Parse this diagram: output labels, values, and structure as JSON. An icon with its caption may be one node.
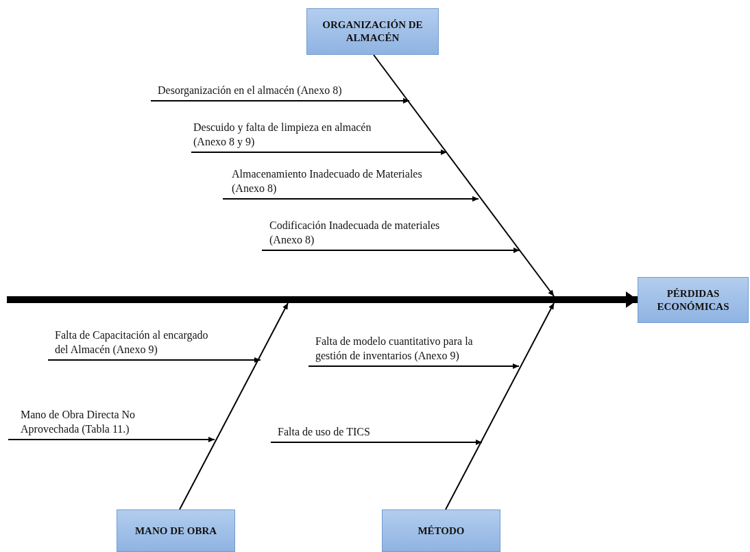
{
  "diagram": {
    "nodes": [
      {
        "text": [
          "ORGANIZACIÓN DE ALMACÉN"
        ]
      },
      {
        "text": [
          "Desorganización en el almacén (Anexo 8)"
        ]
      },
      {
        "text": [
          "Descuido y falta de limpieza en almacén (Anexo 8 y 9)"
        ]
      },
      {
        "text": [
          "Almacenamiento Inadecuado de Materiales (Anexo 8)"
        ]
      },
      {
        "text": [
          "Codificación Inadecuada de materiales (Anexo 8)"
        ]
      },
      {
        "text": [
          "PÉRDIDAS ECONÓMICAS"
        ]
      },
      {
        "text": [
          "Falta de Capacitación al encargado del Almacén (Anexo 9)"
        ]
      },
      {
        "text": [
          "Falta de modelo cuantitativo para la gestión de inventarios (Anexo 9)"
        ]
      },
      {
        "text": [
          "Mano de Obra Directa No Aprovechada (Tabla 11.)"
        ]
      },
      {
        "text": [
          "Falta de uso de TICS"
        ]
      },
      {
        "text": [
          "MANO DE OBRA"
        ]
      },
      {
        "text": [
          "MÉTODO"
        ]
      }
    ],
    "edges": [
      {
        "from": null,
        "to": 5,
        "arrow": "to",
        "style": "thick"
      },
      {
        "from": 0,
        "to": null,
        "arrow": "to"
      },
      {
        "from": 10,
        "to": null,
        "arrow": "to"
      },
      {
        "from": 11,
        "to": null,
        "arrow": "to"
      },
      {
        "from": 1,
        "to": null,
        "arrow": "to"
      },
      {
        "from": 2,
        "to": null,
        "arrow": "to"
      },
      {
        "from": 3,
        "to": null,
        "arrow": "to"
      },
      {
        "from": 4,
        "to": null,
        "arrow": "to"
      },
      {
        "from": 6,
        "to": null,
        "arrow": "to"
      },
      {
        "from": 8,
        "to": null,
        "arrow": "to"
      },
      {
        "from": 7,
        "to": null,
        "arrow": "to"
      },
      {
        "from": 9,
        "to": null,
        "arrow": "to"
      }
    ]
  }
}
